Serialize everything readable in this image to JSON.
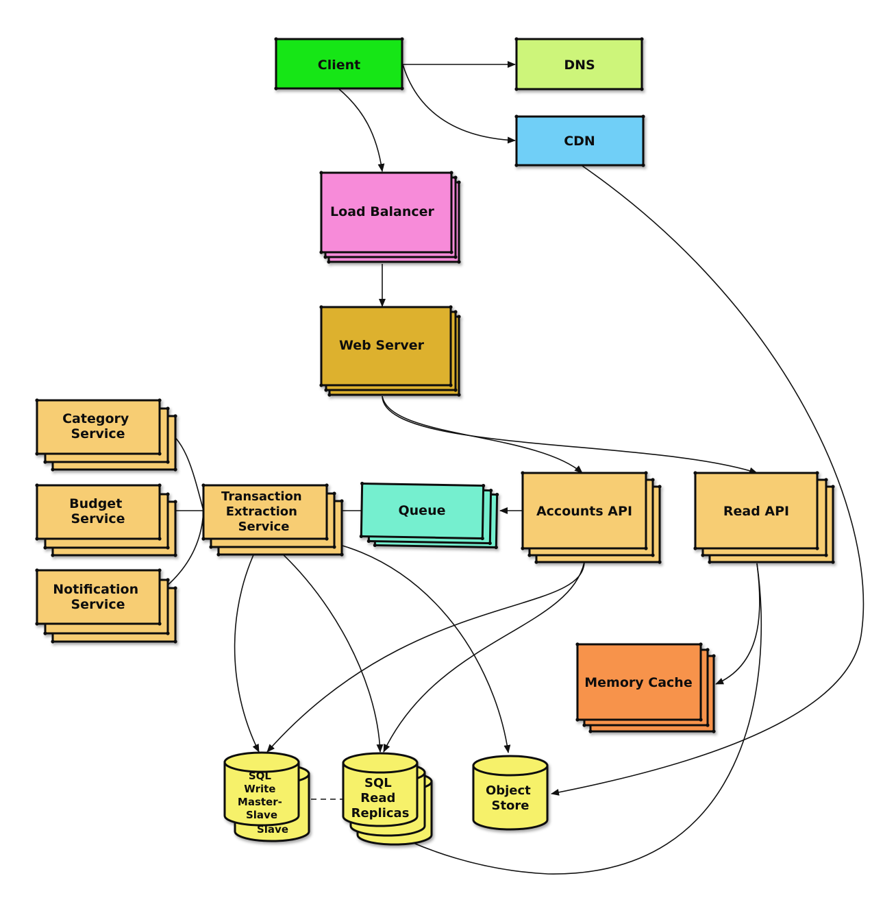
{
  "colors": {
    "client": "#19e619",
    "dns": "#cdf57a",
    "cdn": "#70cff7",
    "load_balancer": "#f78bd9",
    "web_server": "#ddb12f",
    "service": "#f7cd73",
    "queue": "#74efcf",
    "memory_cache": "#f7934c",
    "database": "#f6f16a"
  },
  "nodes": {
    "client": "Client",
    "dns": "DNS",
    "cdn": "CDN",
    "load_balancer": "Load Balancer",
    "web_server": "Web Server",
    "category_service": [
      "Category",
      "Service"
    ],
    "budget_service": [
      "Budget",
      "Service"
    ],
    "notification_service": [
      "Notification",
      "Service"
    ],
    "transaction_extraction_service": [
      "Transaction",
      "Extraction",
      "Service"
    ],
    "queue": "Queue",
    "accounts_api": "Accounts API",
    "read_api": "Read API",
    "memory_cache": "Memory Cache",
    "sql_write": [
      "SQL",
      "Write",
      "Master-",
      "Slave"
    ],
    "sql_write_back": "Slave",
    "sql_read": [
      "SQL",
      "Read",
      "Replicas"
    ],
    "object_store": [
      "Object",
      "Store"
    ]
  }
}
